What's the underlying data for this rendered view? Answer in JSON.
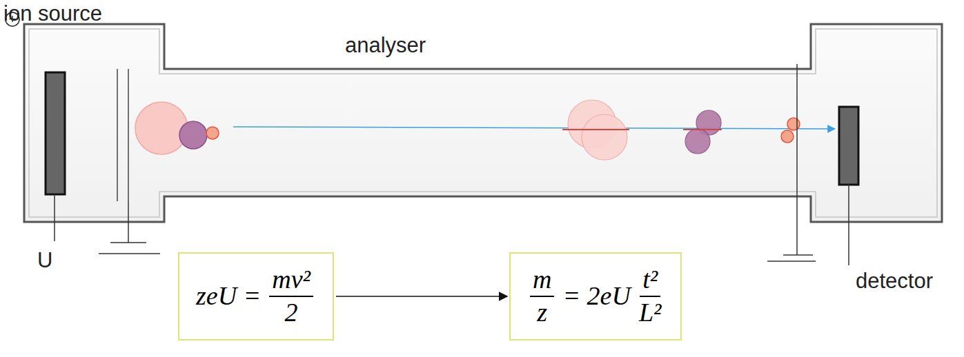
{
  "diagram": {
    "nodes": [
      {
        "text": [
          "zeU =",
          "mv²",
          "2"
        ]
      },
      {
        "text": [
          "m",
          "z",
          "= 2eU",
          "t²",
          "L²"
        ]
      }
    ],
    "edges": [
      {
        "from": 0,
        "to": 1,
        "arrow": "to"
      }
    ],
    "labels": [
      "ion source",
      "analyser",
      "+",
      "U",
      "detector"
    ]
  }
}
